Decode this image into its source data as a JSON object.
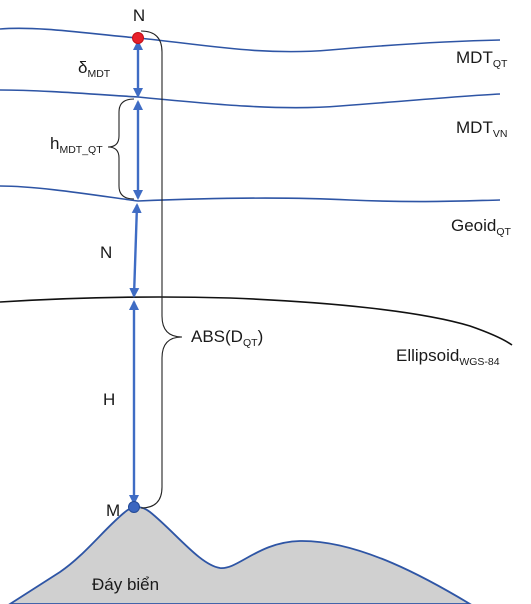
{
  "labels": {
    "point_top": "N",
    "point_bottom": "M",
    "delta": {
      "main": "δ",
      "sub": "MDT"
    },
    "h": {
      "main": "h",
      "sub": "MDT_QT"
    },
    "n": "N",
    "big_h": "H",
    "abs": {
      "prefix": "ABS(D",
      "sub": "QT",
      "suffix": ")"
    },
    "seafloor": "Đáy biển"
  },
  "surfaces": {
    "mdt_qt": {
      "main": "MDT",
      "sub": "QT"
    },
    "mdt_vn": {
      "main": "MDT",
      "sub": "VN"
    },
    "geoid": {
      "main": "Geoid",
      "sub": "QT"
    },
    "ellipsoid": {
      "main": "Ellipsoid",
      "sub": "WGS-84"
    }
  },
  "colors": {
    "surface_line": "#2e55a5",
    "ellipsoid_line": "#111111",
    "arrow": "#3f6cc4",
    "point_n": "#e8202a",
    "point_m": "#3a66c0",
    "seafloor_fill": "#d0d0d0"
  }
}
